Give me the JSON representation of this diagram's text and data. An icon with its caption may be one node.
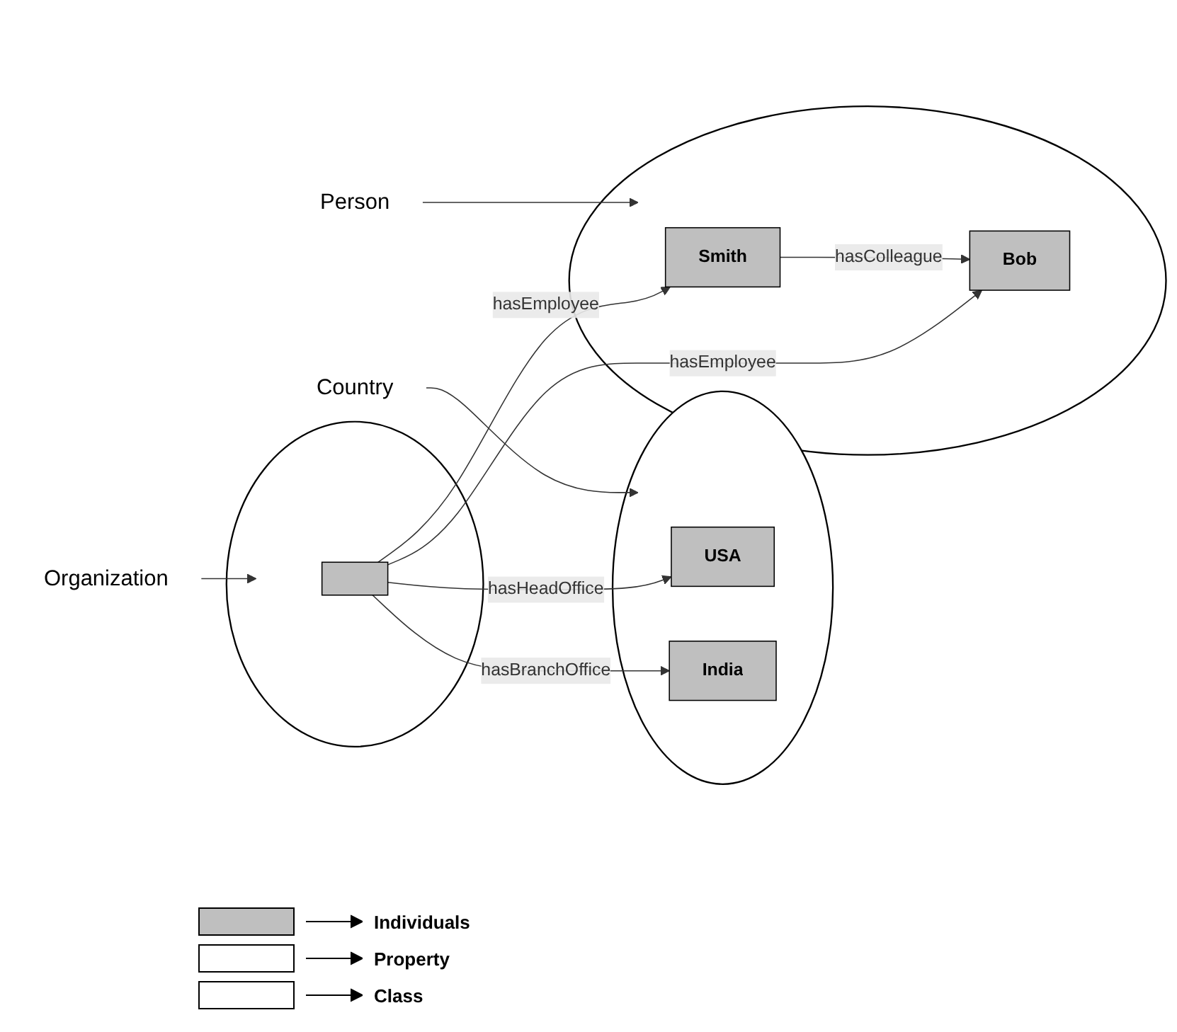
{
  "diagram": {
    "nodes": [
      {
        "text": [],
        "shape": "circle"
      },
      {
        "text": [],
        "shape": "box",
        "in": 0
      },
      {
        "text": [],
        "shape": "circle"
      },
      {
        "text": [
          "USA"
        ],
        "in": 2
      },
      {
        "text": [
          "India"
        ],
        "in": 2
      },
      {
        "text": [],
        "shape": "circle"
      },
      {
        "text": [
          "Smith"
        ],
        "in": 5
      },
      {
        "text": [
          "Bob"
        ],
        "in": 5
      },
      {
        "text": [
          "Organization"
        ]
      },
      {
        "text": [
          "Country"
        ]
      },
      {
        "text": [
          "Person"
        ]
      }
    ],
    "edges": [
      {
        "from": 1,
        "to": 3,
        "arrow": "to",
        "label": "hasHeadOffice"
      },
      {
        "from": 1,
        "to": 4,
        "arrow": "to",
        "label": "hasBranchOffice"
      },
      {
        "from": 1,
        "to": 6,
        "arrow": "to",
        "label": "hasEmployee"
      },
      {
        "from": 1,
        "to": 7,
        "arrow": "to",
        "label": "hasEmployee"
      },
      {
        "from": 6,
        "to": 7,
        "arrow": "to",
        "label": "hasColleague"
      },
      {
        "from": 8,
        "to": 0,
        "arrow": "to"
      },
      {
        "from": 9,
        "to": 2,
        "arrow": "to"
      },
      {
        "from": 10,
        "to": 5,
        "arrow": "to"
      }
    ],
    "legend": [
      {
        "text": "Individuals",
        "color": "#bfbfbf"
      },
      {
        "text": "Property",
        "color": "#ffffff"
      },
      {
        "text": "Class",
        "color": "#ffffff"
      }
    ]
  }
}
